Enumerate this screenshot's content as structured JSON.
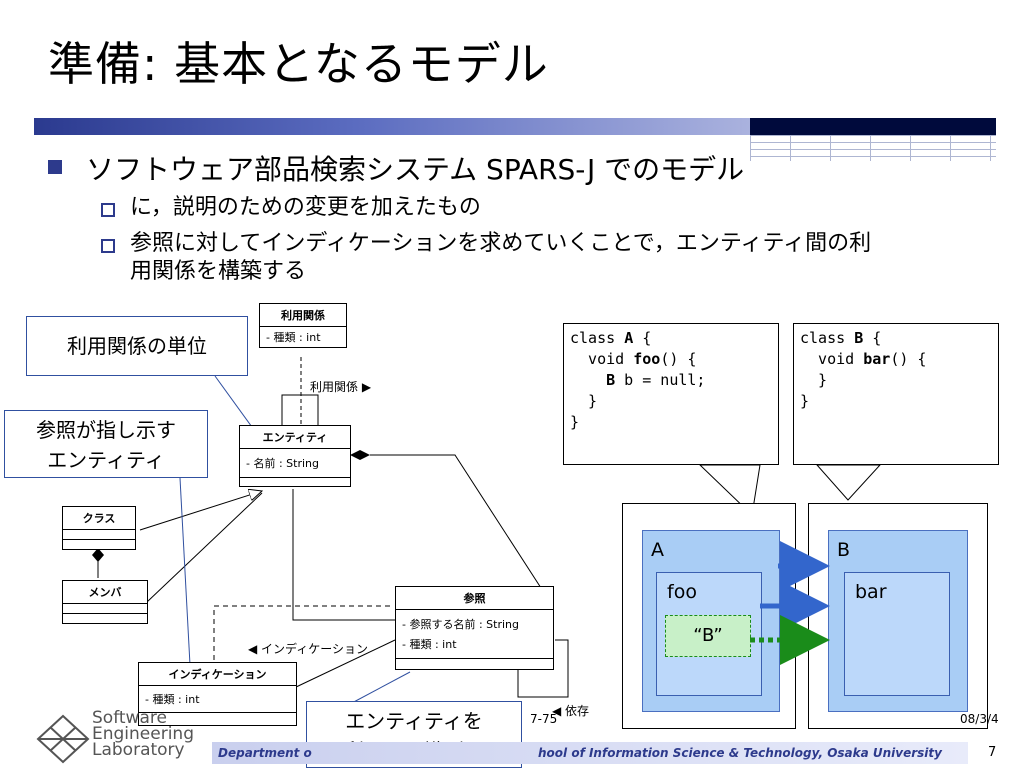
{
  "title": "準備: 基本となるモデル",
  "bullets": {
    "main": "ソフトウェア部品検索システム SPARS-J でのモデル",
    "sub1": "に，説明のための変更を加えたもの",
    "sub2_line1": "参照に対してインディケーションを求めていくことで，エンティティ間の利",
    "sub2_line2": "用関係を構築する"
  },
  "uml": {
    "usage": {
      "name": "利用関係",
      "attr": "- 種類 : int"
    },
    "entity": {
      "name": "エンティティ",
      "attr": "- 名前 : String"
    },
    "klass": {
      "name": "クラス"
    },
    "member": {
      "name": "メンバ"
    },
    "reference": {
      "name": "参照",
      "attr1": "- 参照する名前 : String",
      "attr2": "- 種類 : int"
    },
    "indication": {
      "name": "インディケーション",
      "attr": "- 種類 : int"
    },
    "label_usage": "利用関係 ▶",
    "label_indication": "◀ インディケーション",
    "label_dep": "◀ 依存"
  },
  "callouts": {
    "unit": "利用関係の単位",
    "target_line1": "参照が指し示す",
    "target_line2": "エンティティ",
    "ident_line1": "エンティティを",
    "ident_line2": "利用する識別子"
  },
  "code": {
    "a_lines": [
      "class A {",
      "  void foo() {",
      "    B b = null;",
      "  }",
      "}"
    ],
    "b_lines": [
      "class B {",
      "  void bar() {",
      "  }",
      "}"
    ]
  },
  "boxes": {
    "A": "A",
    "foo": "foo",
    "B_ref": "“B”",
    "B": "B",
    "bar": "bar"
  },
  "footer": {
    "logo_line1": "Software",
    "logo_line2": "Engineering",
    "logo_line3": "Laboratory",
    "dept_left": "Department o",
    "dept_right": "hool of Information Science & Technology, Osaka University",
    "partial_left": "7-75",
    "date": "08/3/4",
    "page": "7"
  },
  "colors": {
    "accent": "#2d3a8c",
    "blue_arrow": "#3366cc",
    "green_arrow": "#1a8c1a"
  }
}
